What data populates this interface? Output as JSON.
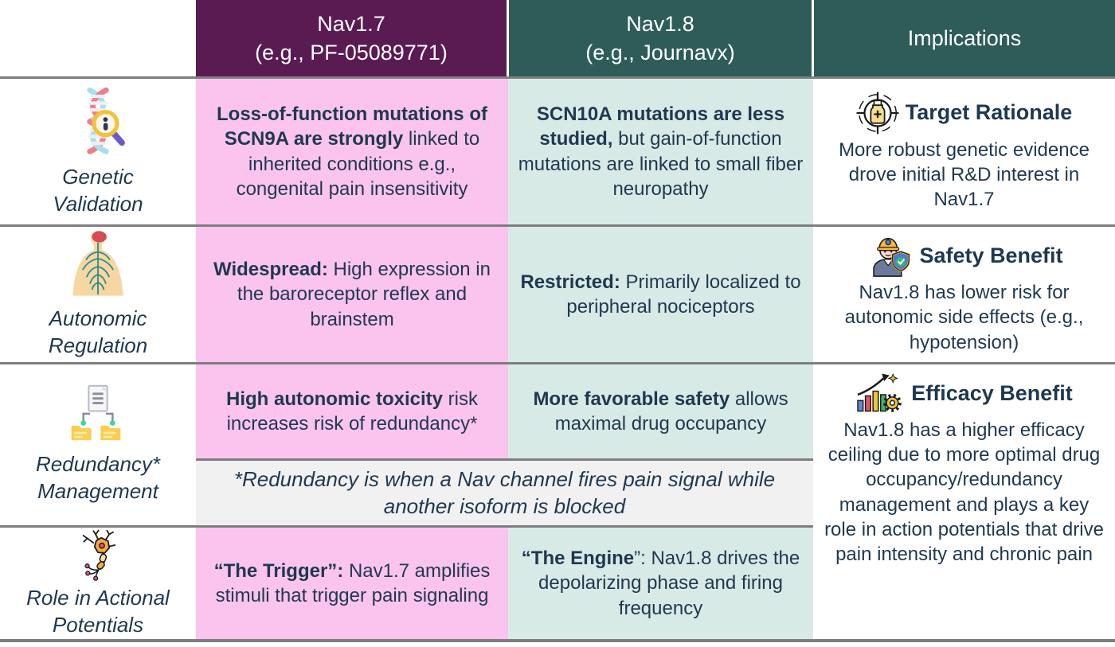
{
  "colors": {
    "header_purple": "#5A1A52",
    "header_teal": "#2E5C59",
    "nav17_cell_pink": "#FAC4EE",
    "nav18_cell_teal": "#D8EAE6",
    "footnote_bg": "#F1F1F2",
    "text_navy": "#1F3850",
    "border_gray": "#7E7E7E"
  },
  "header": {
    "nav17_line1": "Nav1.7",
    "nav17_line2": "(e.g., PF-05089771)",
    "nav18_line1": "Nav1.8",
    "nav18_line2": "(e.g., Journavx)",
    "implications": "Implications"
  },
  "rows": {
    "genetic": {
      "label": "Genetic Validation",
      "icon": "dna-magnifier-icon",
      "nav17": {
        "bold": "Loss-of-function mutations of SCN9A are strongly",
        "rest": " linked to inherited conditions e.g., congenital pain insensitivity"
      },
      "nav18": {
        "bold": "SCN10A mutations are less studied,",
        "rest": " but gain-of-function mutations are linked to small fiber neuropathy"
      },
      "implication": {
        "icon": "target-bottle-icon",
        "title": "Target Rationale",
        "body": "More robust genetic evidence drove initial R&D interest in Nav1.7"
      }
    },
    "autonomic": {
      "label": "Autonomic Regulation",
      "icon": "nervous-system-icon",
      "nav17": {
        "bold": "Widespread:",
        "rest": " High expression in the baroreceptor reflex and brainstem"
      },
      "nav18": {
        "bold": "Restricted:",
        "rest": " Primarily localized to peripheral nociceptors"
      },
      "implication": {
        "icon": "safety-worker-icon",
        "title": "Safety Benefit",
        "body": "Nav1.8 has lower risk for autonomic side effects (e.g., hypotension)"
      }
    },
    "redundancy": {
      "label": "Redundancy* Management",
      "icon": "doc-folders-icon",
      "nav17": {
        "bold": "High autonomic toxicity",
        "rest": " risk increases risk of redundancy*"
      },
      "nav18": {
        "bold": "More favorable safety",
        "rest": " allows maximal drug occupancy"
      },
      "footnote": "*Redundancy is when a Nav channel fires pain signal while another isoform is blocked",
      "implication": {
        "icon": "efficacy-chart-icon",
        "title": "Efficacy Benefit",
        "body": "Nav1.8 has a higher efficacy ceiling due to more optimal drug occupancy/redundancy management and plays a key role in action potentials that drive pain intensity and chronic pain"
      }
    },
    "action_potentials": {
      "label": "Role in Actional Potentials",
      "icon": "neuron-icon",
      "nav17": {
        "bold": "“The Trigger”:",
        "rest": " Nav1.7 amplifies stimuli that trigger pain signaling"
      },
      "nav18": {
        "bold": "“The Engine",
        "rest": "”: Nav1.8 drives the depolarizing phase and firing frequency"
      }
    }
  }
}
